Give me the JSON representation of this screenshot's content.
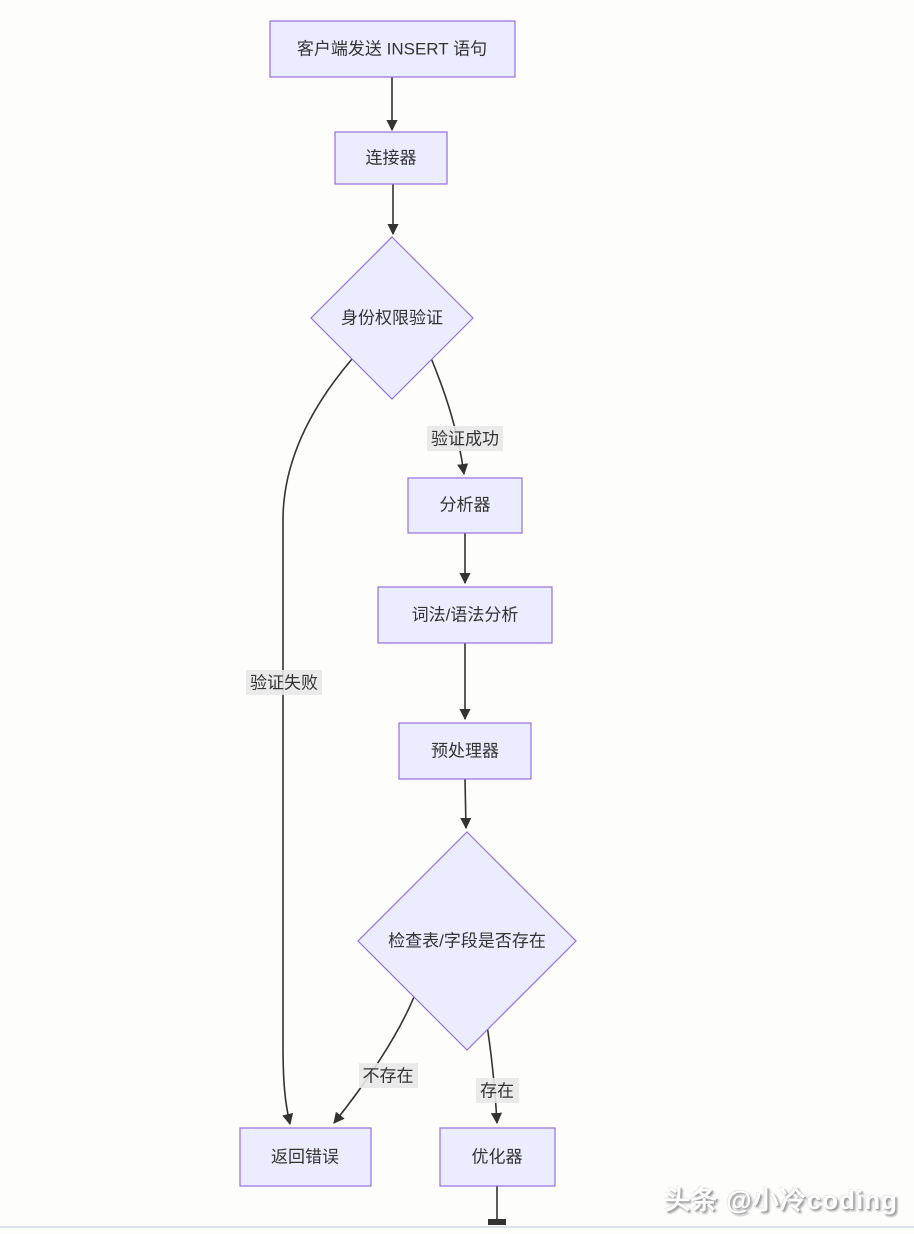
{
  "diagram": {
    "title_hint": "MySQL INSERT statement execution flowchart",
    "nodes": {
      "client": {
        "label": "客户端发送 INSERT 语句",
        "shape": "rect"
      },
      "connector": {
        "label": "连接器",
        "shape": "rect"
      },
      "auth": {
        "label": "身份权限验证",
        "shape": "diamond"
      },
      "analyzer": {
        "label": "分析器",
        "shape": "rect"
      },
      "lex_parse": {
        "label": "词法/语法分析",
        "shape": "rect"
      },
      "preprocessor": {
        "label": "预处理器",
        "shape": "rect"
      },
      "check_exist": {
        "label": "检查表/字段是否存在",
        "shape": "diamond"
      },
      "return_error": {
        "label": "返回错误",
        "shape": "rect"
      },
      "optimizer": {
        "label": "优化器",
        "shape": "rect"
      }
    },
    "edge_labels": {
      "auth_success": "验证成功",
      "auth_fail": "验证失败",
      "not_exists": "不存在",
      "exists": "存在"
    },
    "colors": {
      "node_fill": "#ECECFF",
      "node_border": "#9370DB",
      "edge": "#333333",
      "edge_label_bg": "#e8e8e8",
      "text": "#333333",
      "bottom_rule": "#dde2e8"
    }
  },
  "watermark": {
    "text": "头条 @小冷coding"
  }
}
